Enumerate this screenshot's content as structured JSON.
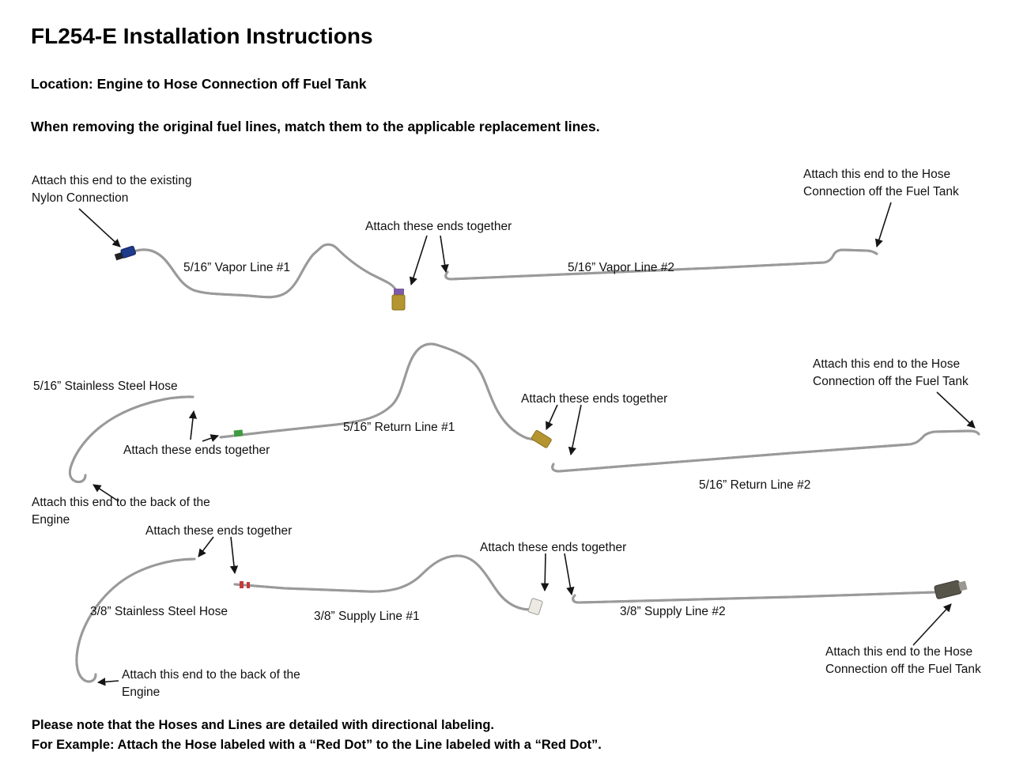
{
  "doc": {
    "title": "FL254-E Installation Instructions",
    "location_heading": "Location: Engine to Hose Connection off Fuel Tank",
    "intro": "When removing the original fuel lines, match them to the applicable replacement lines.",
    "footer": {
      "line1": "Please note that the Hoses and Lines are detailed with directional labeling.",
      "line2": "For Example: Attach the Hose labeled with a “Red Dot” to the Line labeled with a “Red Dot”."
    }
  },
  "vapor_group": {
    "nylon_label": "Attach this end to the existing Nylon Connection",
    "line1_label": "5/16” Vapor Line #1",
    "attach_label": "Attach these ends together",
    "line2_label": "5/16” Vapor Line #2",
    "tank_label": "Attach this end to the Hose Connection off the Fuel Tank"
  },
  "return_group": {
    "hose_label": "5/16” Stainless Steel Hose",
    "attach_left_label": "Attach these ends together",
    "line1_label": "5/16” Return Line #1",
    "attach_right_label": "Attach these ends together",
    "line2_label": "5/16” Return Line #2",
    "tank_label": "Attach this end to the Hose Connection off the Fuel Tank",
    "engine_label": "Attach this end to the back of the Engine"
  },
  "supply_group": {
    "attach_left_label": "Attach these ends together",
    "hose_label": "3/8” Stainless Steel Hose",
    "line1_label": "3/8” Supply Line #1",
    "attach_right_label": "Attach these ends together",
    "line2_label": "3/8” Supply Line #2",
    "tank_label": "Attach this end to the Hose Connection off the Fuel Tank",
    "engine_label": "Attach this end to the back of the Engine"
  },
  "colors": {
    "line_stroke": "#9a9a9a",
    "brass_fitting": "#b5952f",
    "nylon_fitting_blue": "#1e3a8a",
    "green_marker": "#3f9b3f",
    "red_marker": "#c43b3b",
    "purple_marker": "#7d5ba6",
    "dark_fitting": "#57554a"
  }
}
